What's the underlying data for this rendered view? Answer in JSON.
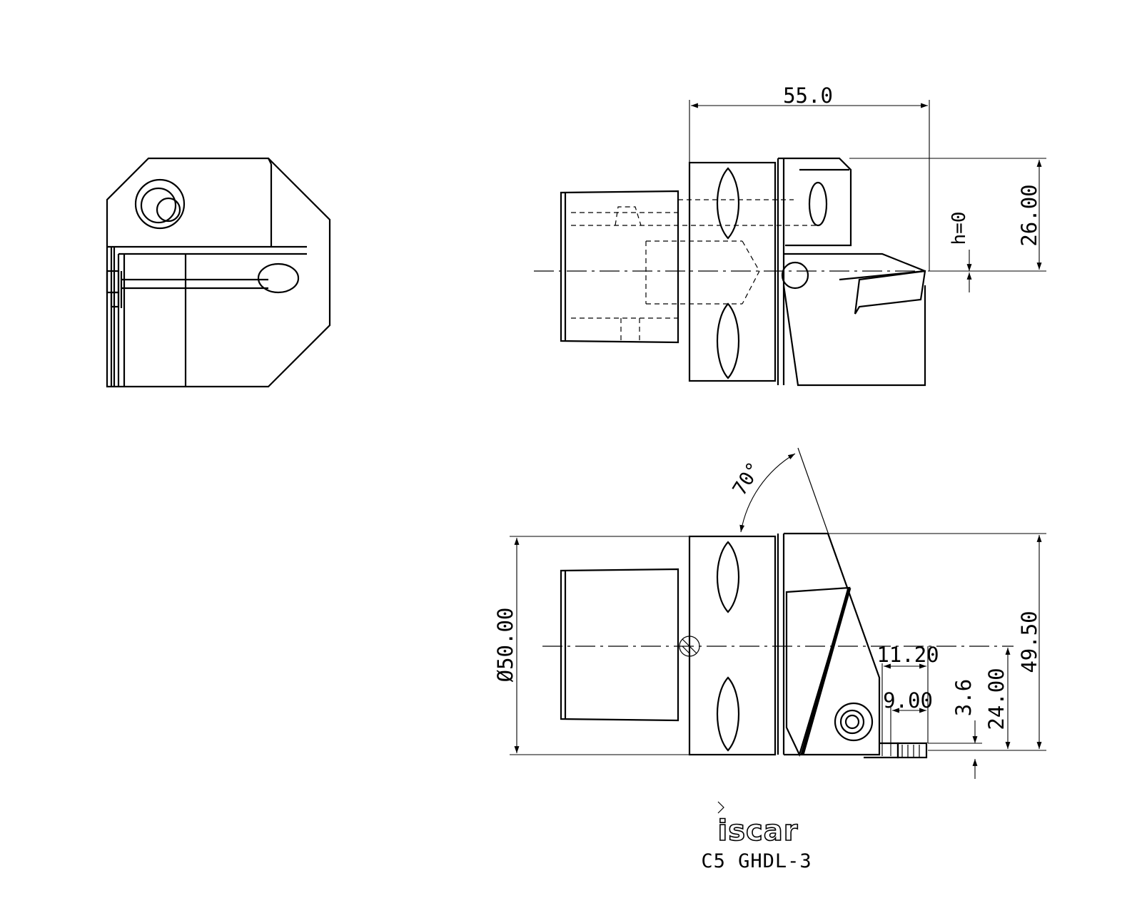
{
  "drawing": {
    "brand": "iscar",
    "part_number": "C5 GHDL-3"
  },
  "dimensions": {
    "top_width": "55.0",
    "top_height": "26.00",
    "center_height": "h=0",
    "diameter": "Ø50.00",
    "overall_height": "49.50",
    "offset_11": "11.20",
    "offset_9": "9.00",
    "depth_3_6": "3.6",
    "height_24": "24.00",
    "angle": "70°"
  }
}
